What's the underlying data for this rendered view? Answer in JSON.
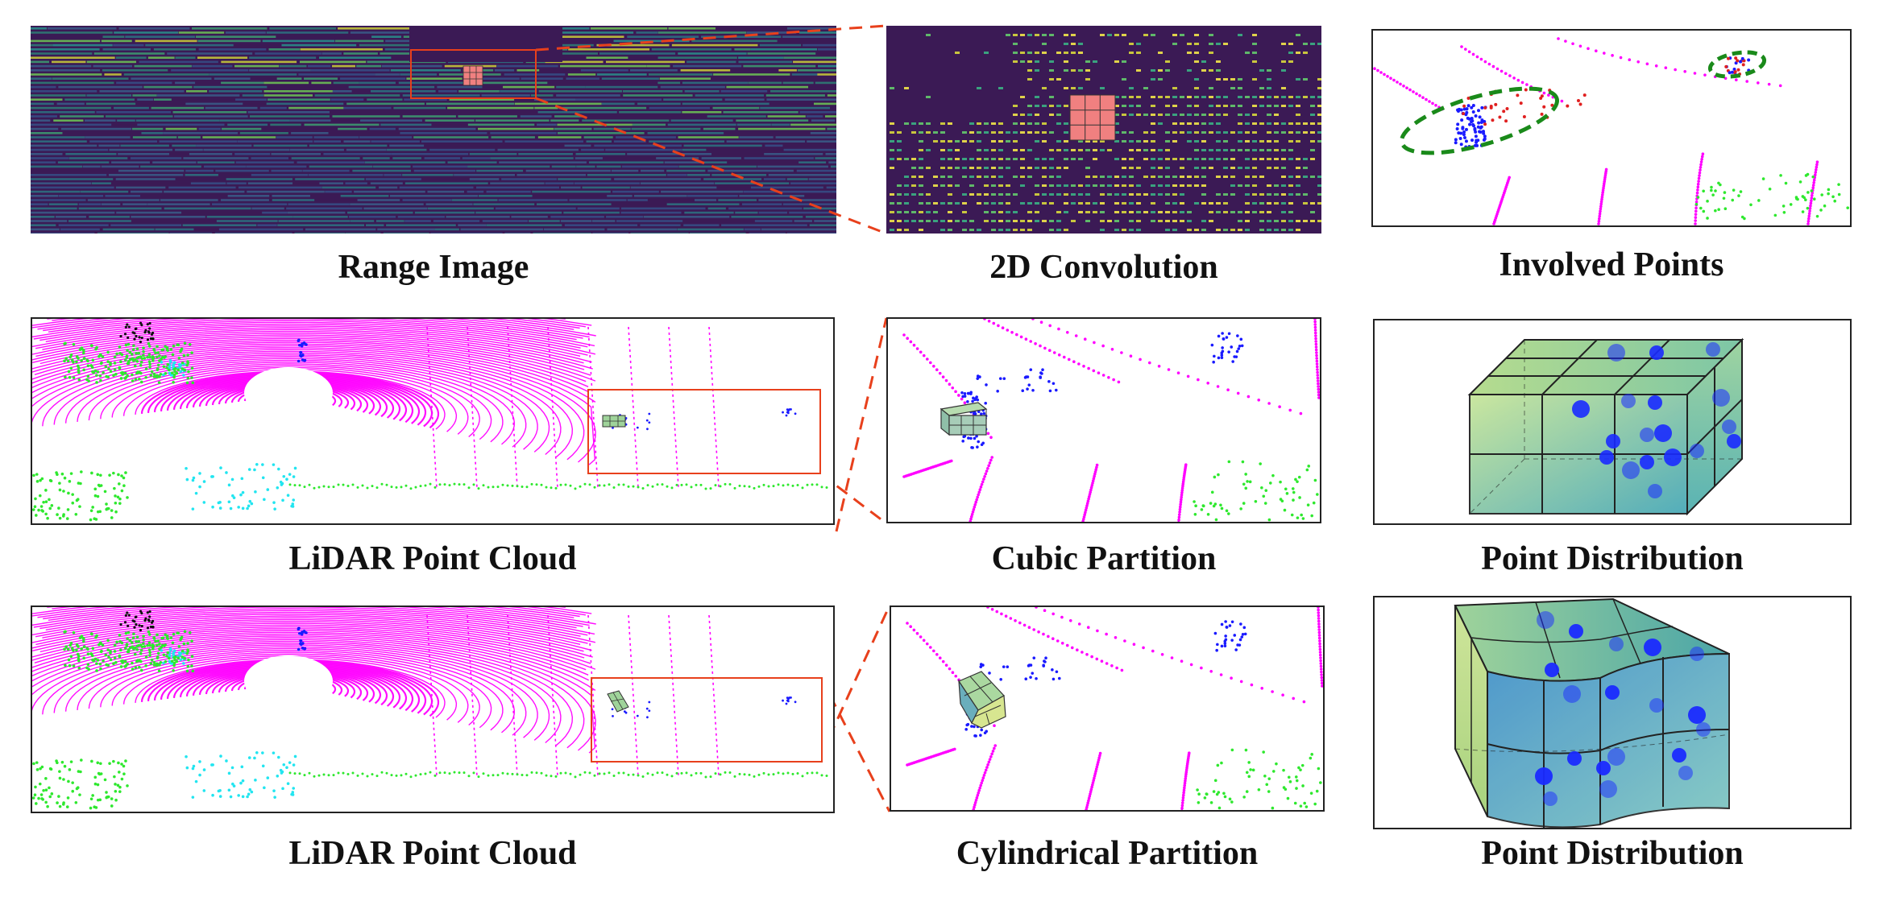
{
  "captions": {
    "range_image": "Range Image",
    "conv2d": "2D Convolution",
    "involved_points": "Involved Points",
    "lidar_cloud_1": "LiDAR Point Cloud",
    "cubic_partition": "Cubic Partition",
    "point_distribution_1": "Point Distribution",
    "lidar_cloud_2": "LiDAR Point Cloud",
    "cylindrical_partition": "Cylindrical Partition",
    "point_distribution_2": "Point Distribution"
  },
  "colors": {
    "range_bg": "#3b1a55",
    "ground_points": "#ff00ff",
    "object_points": "#1a1aff",
    "vegetation": "#2ee82e",
    "cyan": "#22e5f0",
    "highlight": "#f08080",
    "zoom_line": "#e8401c",
    "ellipse": "#1a8a1a"
  }
}
